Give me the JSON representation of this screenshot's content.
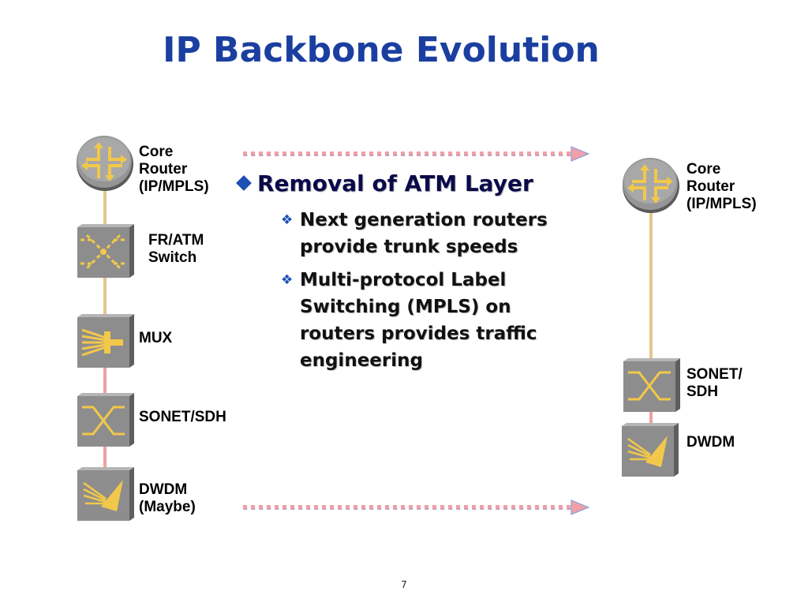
{
  "title": "IP Backbone Evolution",
  "left_stack": {
    "core_router": [
      "Core",
      "Router",
      "(IP/MPLS)"
    ],
    "fr_atm_switch": [
      "FR/ATM",
      "Switch"
    ],
    "mux": [
      "MUX"
    ],
    "sonet_sdh": [
      "SONET/SDH"
    ],
    "dwdm": [
      "DWDM",
      "(Maybe)"
    ]
  },
  "right_stack": {
    "core_router": [
      "Core",
      "Router",
      "(IP/MPLS)"
    ],
    "sonet_sdh": [
      "SONET/",
      "SDH"
    ],
    "dwdm": [
      "DWDM"
    ]
  },
  "bullets": {
    "main": "Removal of ATM Layer",
    "subs": [
      [
        "Next generation routers",
        "provide trunk speeds"
      ],
      [
        "Multi-protocol Label",
        "Switching (MPLS) on",
        "routers provides traffic",
        "engineering"
      ]
    ],
    "sub_marker": "❖"
  },
  "page_number": "7",
  "colors": {
    "title": "#1b3fa0",
    "device_gray": "#8a8a8a",
    "device_icon": "#f2c84b",
    "link_tan": "#e2c78a",
    "link_pink": "#f0a0a0",
    "arrow_pink": "#f0a0a8",
    "bullet_blue": "#1d4fb5"
  }
}
